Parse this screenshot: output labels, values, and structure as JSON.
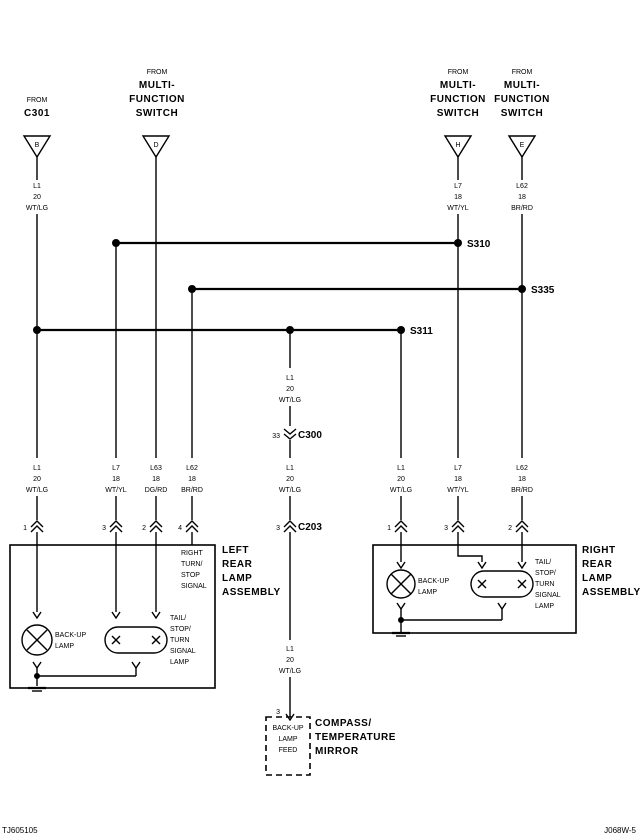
{
  "connectors_from": {
    "c301": {
      "from": "FROM",
      "name": "C301",
      "pin": "B"
    },
    "mfs_d": {
      "from": "FROM",
      "line1": "MULTI-",
      "line2": "FUNCTION",
      "line3": "SWITCH",
      "pin": "D"
    },
    "mfs_h": {
      "from": "FROM",
      "line1": "MULTI-",
      "line2": "FUNCTION",
      "line3": "SWITCH",
      "pin": "H"
    },
    "mfs_e": {
      "from": "FROM",
      "line1": "MULTI-",
      "line2": "FUNCTION",
      "line3": "SWITCH",
      "pin": "E"
    }
  },
  "wires": {
    "top_b": {
      "circuit": "L1",
      "gauge": "20",
      "color": "WT/LG"
    },
    "top_h": {
      "circuit": "L7",
      "gauge": "18",
      "color": "WT/YL"
    },
    "top_e": {
      "circuit": "L62",
      "gauge": "18",
      "color": "BR/RD"
    },
    "mid_center": {
      "circuit": "L1",
      "gauge": "20",
      "color": "WT/LG"
    },
    "bot_1": {
      "circuit": "L1",
      "gauge": "20",
      "color": "WT/LG"
    },
    "bot_2": {
      "circuit": "L7",
      "gauge": "18",
      "color": "WT/YL"
    },
    "bot_3": {
      "circuit": "L63",
      "gauge": "18",
      "color": "DG/RD"
    },
    "bot_4": {
      "circuit": "L62",
      "gauge": "18",
      "color": "BR/RD"
    },
    "bot_5": {
      "circuit": "L1",
      "gauge": "20",
      "color": "WT/LG"
    },
    "bot_6": {
      "circuit": "L1",
      "gauge": "20",
      "color": "WT/LG"
    },
    "bot_7": {
      "circuit": "L7",
      "gauge": "18",
      "color": "WT/YL"
    },
    "bot_8": {
      "circuit": "L62",
      "gauge": "18",
      "color": "BR/RD"
    },
    "low_center": {
      "circuit": "L1",
      "gauge": "20",
      "color": "WT/LG"
    }
  },
  "splices": {
    "s310": "S310",
    "s335": "S335",
    "s311": "S311"
  },
  "connectors_inline": {
    "c300": {
      "name": "C300",
      "pin": "33"
    },
    "c203": {
      "name": "C203",
      "pin": "3"
    }
  },
  "pins": {
    "lr_1": "1",
    "lr_2": "3",
    "lr_3": "2",
    "lr_4": "4",
    "rr_1": "1",
    "rr_2": "3",
    "rr_3": "2",
    "compass": "3"
  },
  "left_rear": {
    "title1": "LEFT",
    "title2": "REAR",
    "title3": "LAMP",
    "title4": "ASSEMBLY",
    "rt1": "RIGHT",
    "rt2": "TURN/",
    "rt3": "STOP",
    "rt4": "SIGNAL",
    "backup1": "BACK-UP",
    "backup2": "LAMP",
    "tail1": "TAIL/",
    "tail2": "STOP/",
    "tail3": "TURN",
    "tail4": "SIGNAL",
    "tail5": "LAMP"
  },
  "right_rear": {
    "title1": "RIGHT",
    "title2": "REAR",
    "title3": "LAMP",
    "title4": "ASSEMBLY",
    "backup1": "BACK-UP",
    "backup2": "LAMP",
    "tail1": "TAIL/",
    "tail2": "STOP/",
    "tail3": "TURN",
    "tail4": "SIGNAL",
    "tail5": "LAMP"
  },
  "compass": {
    "title1": "COMPASS/",
    "title2": "TEMPERATURE",
    "title3": "MIRROR",
    "in1": "BACK-UP",
    "in2": "LAMP",
    "in3": "FEED"
  },
  "footer": {
    "left_code": "TJ605105",
    "right_code": "J068W-5"
  }
}
